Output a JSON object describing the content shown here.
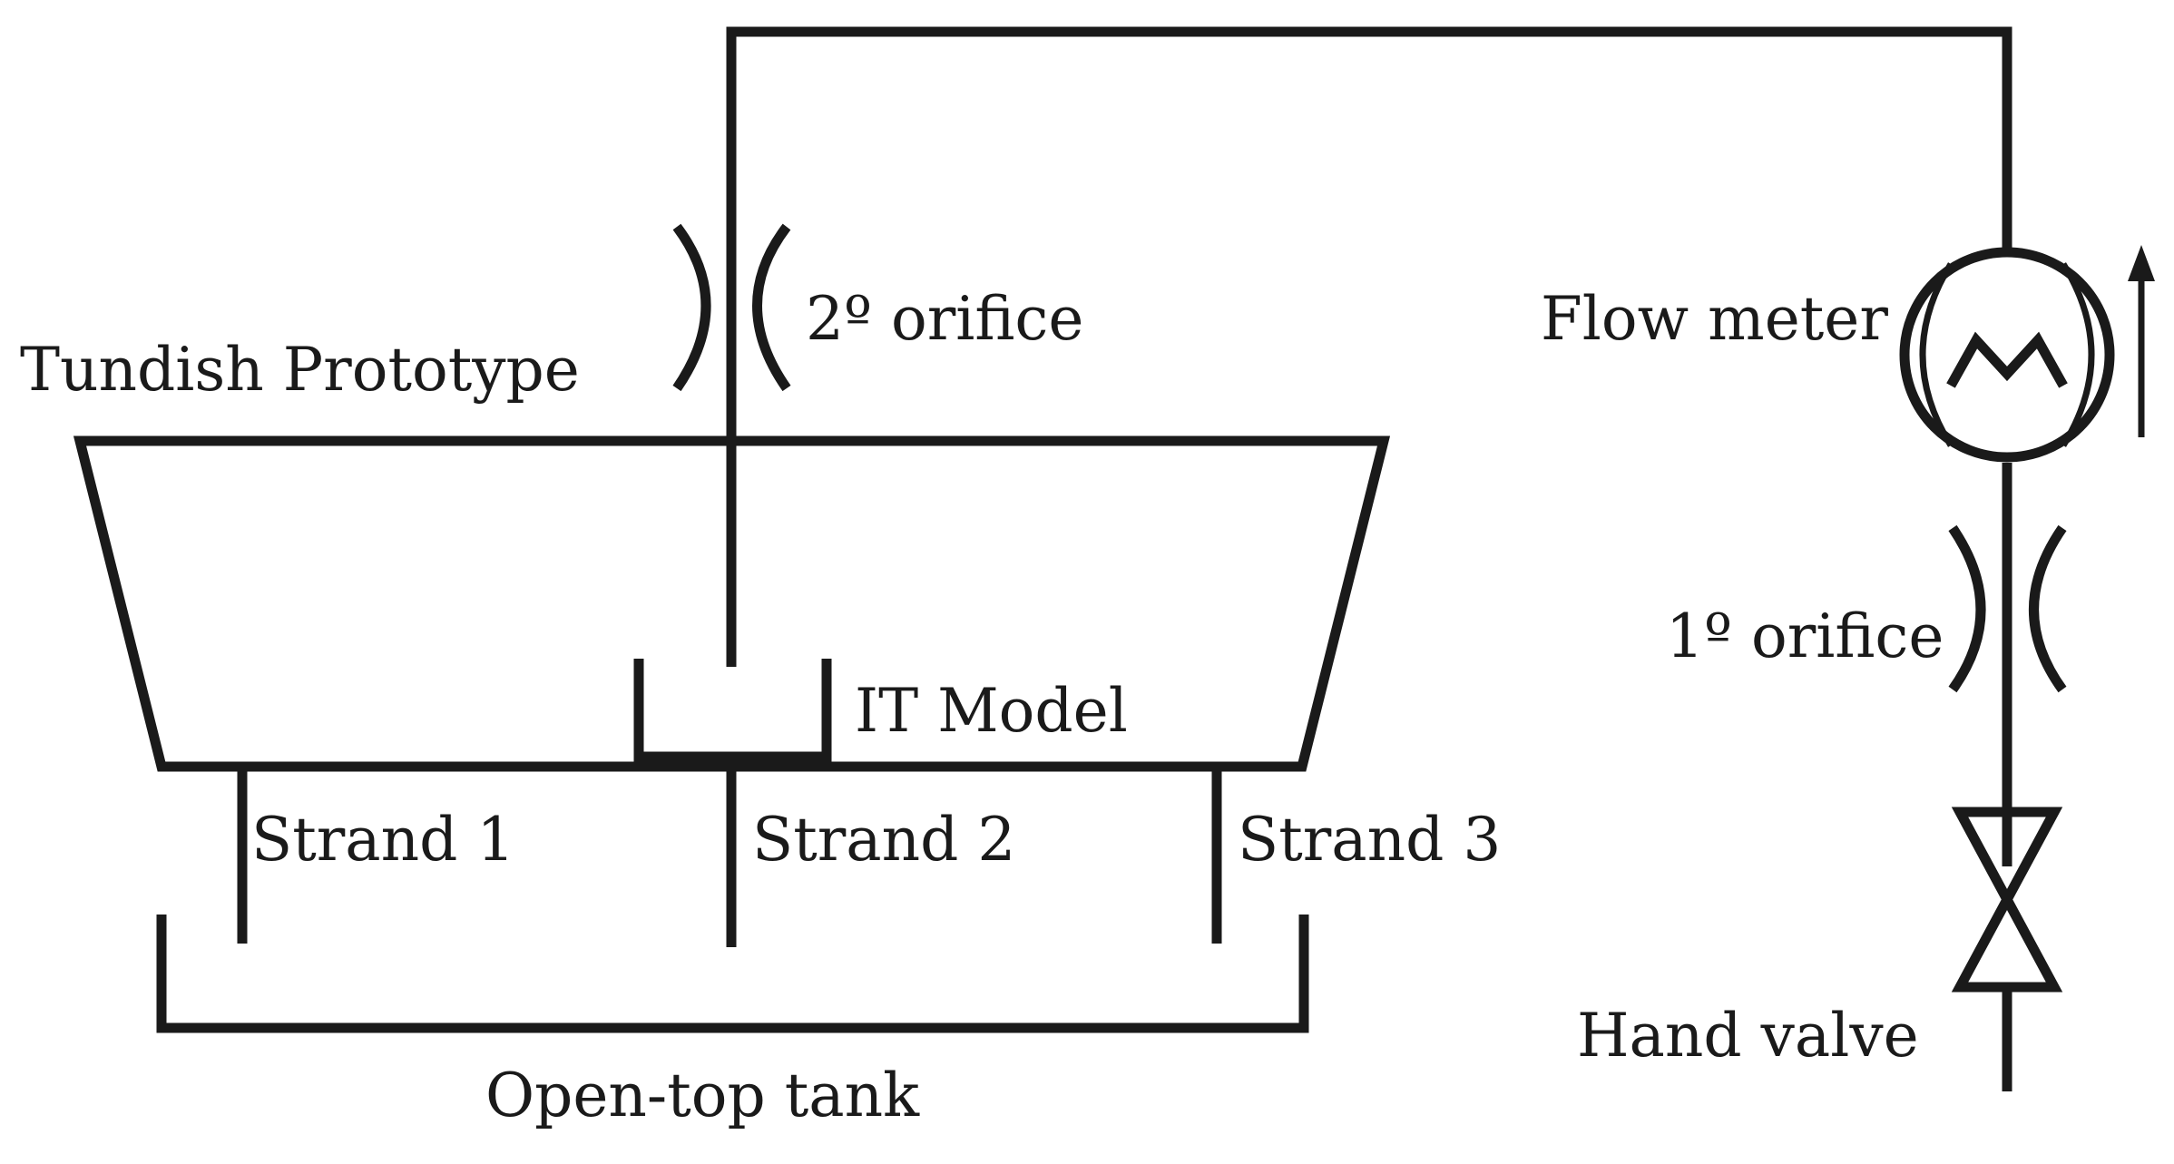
{
  "labels": {
    "orifice_2": "2º orifice",
    "tundish_prototype": "Tundish Prototype",
    "flow_meter": "Flow meter",
    "orifice_1": "1º orifice",
    "it_model": "IT Model",
    "strand_1": "Strand 1",
    "strand_2": "Strand 2",
    "strand_3": "Strand 3",
    "hand_valve": "Hand valve",
    "open_top_tank": "Open-top tank"
  },
  "colors": {
    "stroke": "#1a1a1a",
    "background": "#ffffff"
  }
}
